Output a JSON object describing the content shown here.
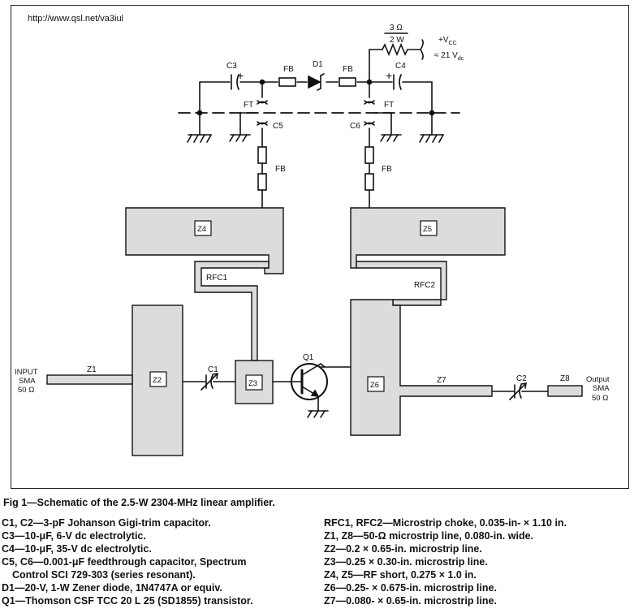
{
  "url": "http://www.qsl.net/va3iul",
  "labels": {
    "c3": "C3",
    "c4": "C4",
    "c5": "C5",
    "c6": "C6",
    "c1": "C1",
    "c2": "C2",
    "fb": "FB",
    "ft": "FT",
    "d1": "D1",
    "q1": "Q1",
    "z1": "Z1",
    "z2": "Z2",
    "z3": "Z3",
    "z4": "Z4",
    "z5": "Z5",
    "z6": "Z6",
    "z7": "Z7",
    "z8": "Z8",
    "rfc1": "RFC1",
    "rfc2": "RFC2",
    "plus": "+",
    "resistor_top": "3 Ω",
    "resistor_bottom": "2 W",
    "vcc": "+V",
    "vcc_sub": "CC",
    "supply": "≈ 21 V",
    "supply_sub": "dc",
    "input_1": "INPUT",
    "input_2": "SMA",
    "input_3": "50 Ω",
    "output_1": "Output",
    "output_2": "SMA",
    "output_3": "50 Ω"
  },
  "caption": {
    "title": "Fig 1—Schematic of the 2.5-W 2304-MHz linear amplifier.",
    "left": [
      "C1, C2—3-pF Johanson Gigi-trim capacitor.",
      "C3—10-μF, 6-V dc electrolytic.",
      "C4—10-μF, 35-V dc electrolytic.",
      "C5, C6—0.001-μF feedthrough capacitor, Spectrum",
      "Control SCI 729-303 (series resonant).",
      "D1—20-V, 1-W Zener diode, 1N4747A or equiv.",
      "Q1—Thomson CSF TCC 20 L 25 (SD1855) transistor."
    ],
    "right": [
      "RFC1, RFC2—Microstrip choke, 0.035-in- × 1.10 in.",
      "Z1, Z8—50-Ω microstrip line, 0.080-in. wide.",
      "Z2—0.2 × 0.65-in. microstrip line.",
      "Z3—0.25 × 0.30-in. microstrip line.",
      "Z4, Z5—RF short, 0.275 × 1.0 in.",
      "Z6—0.25- × 0.675-in. microstrip line.",
      "Z7—0.080- × 0.65-in. microstrip line."
    ]
  }
}
